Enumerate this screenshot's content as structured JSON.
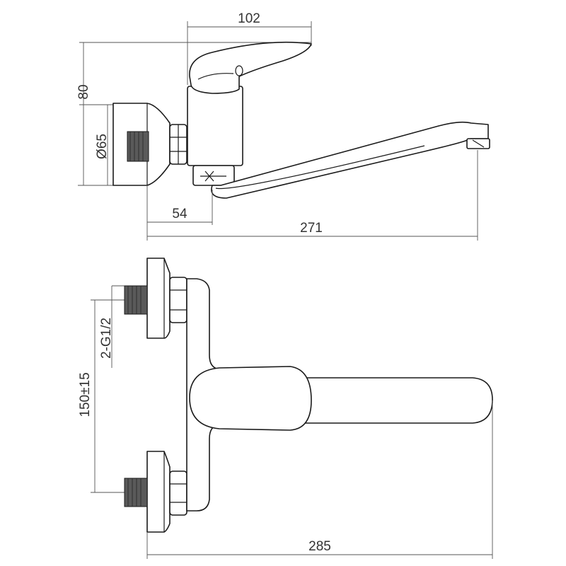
{
  "side_view": {
    "dimensions": {
      "handle_width": "102",
      "height": "80",
      "diameter": "Ø65",
      "body_offset": "54",
      "spout_reach": "271"
    }
  },
  "front_view": {
    "dimensions": {
      "thread": "2-G1/2",
      "centers": "150±15",
      "total_length": "285"
    }
  }
}
